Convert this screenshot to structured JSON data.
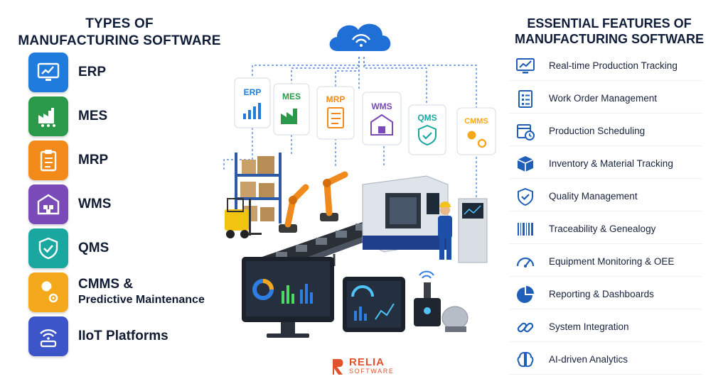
{
  "left": {
    "title_line1": "TYPES OF",
    "title_line2": "MANUFACTURING SOFTWARE",
    "items": [
      {
        "label": "ERP",
        "sub": "",
        "icon": "erp-chart-icon",
        "color": "#1f7bdc"
      },
      {
        "label": "MES",
        "sub": "",
        "icon": "factory-icon",
        "color": "#2a9a4a"
      },
      {
        "label": "MRP",
        "sub": "",
        "icon": "clipboard-icon",
        "color": "#f28a1a"
      },
      {
        "label": "WMS",
        "sub": "",
        "icon": "warehouse-icon",
        "color": "#7a4ab8"
      },
      {
        "label": "QMS",
        "sub": "",
        "icon": "shield-check-icon",
        "color": "#19a7a0"
      },
      {
        "label": "CMMS &",
        "sub": "Predictive Maintenance",
        "icon": "wrench-gear-icon",
        "color": "#f4a81c"
      },
      {
        "label": "IIoT Platforms",
        "sub": "",
        "icon": "wifi-device-icon",
        "color": "#3c55c8"
      }
    ]
  },
  "right": {
    "title_line1": "ESSENTIAL FEATURES OF",
    "title_line2": "MANUFACTURING SOFTWARE",
    "features": [
      {
        "label": "Real-time Production Tracking",
        "icon": "monitor-chart-icon"
      },
      {
        "label": "Work Order Management",
        "icon": "checklist-icon"
      },
      {
        "label": "Production Scheduling",
        "icon": "calendar-clock-icon"
      },
      {
        "label": "Inventory & Material Tracking",
        "icon": "box-icon"
      },
      {
        "label": "Quality Management",
        "icon": "shield-check-icon"
      },
      {
        "label": "Traceability & Genealogy",
        "icon": "barcode-icon"
      },
      {
        "label": "Equipment Monitoring & OEE",
        "icon": "gauge-icon"
      },
      {
        "label": "Reporting & Dashboards",
        "icon": "pie-chart-icon"
      },
      {
        "label": "System Integration",
        "icon": "link-icon"
      },
      {
        "label": "AI-driven Analytics",
        "icon": "brain-icon"
      }
    ],
    "icon_color": "#1f5fb8"
  },
  "scene": {
    "cards": [
      {
        "label": "ERP",
        "color": "#1f7bdc"
      },
      {
        "label": "MES",
        "color": "#2a9a4a"
      },
      {
        "label": "MRP",
        "color": "#f28a1a"
      },
      {
        "label": "WMS",
        "color": "#7a4ab8"
      },
      {
        "label": "QMS",
        "color": "#19a7a0"
      },
      {
        "label": "CMMS",
        "color": "#f4a81c"
      }
    ],
    "cloud_color": "#1f6fd6"
  },
  "brand": {
    "name": "RELIA",
    "tagline": "SOFTWARE",
    "color": "#e0532c"
  }
}
